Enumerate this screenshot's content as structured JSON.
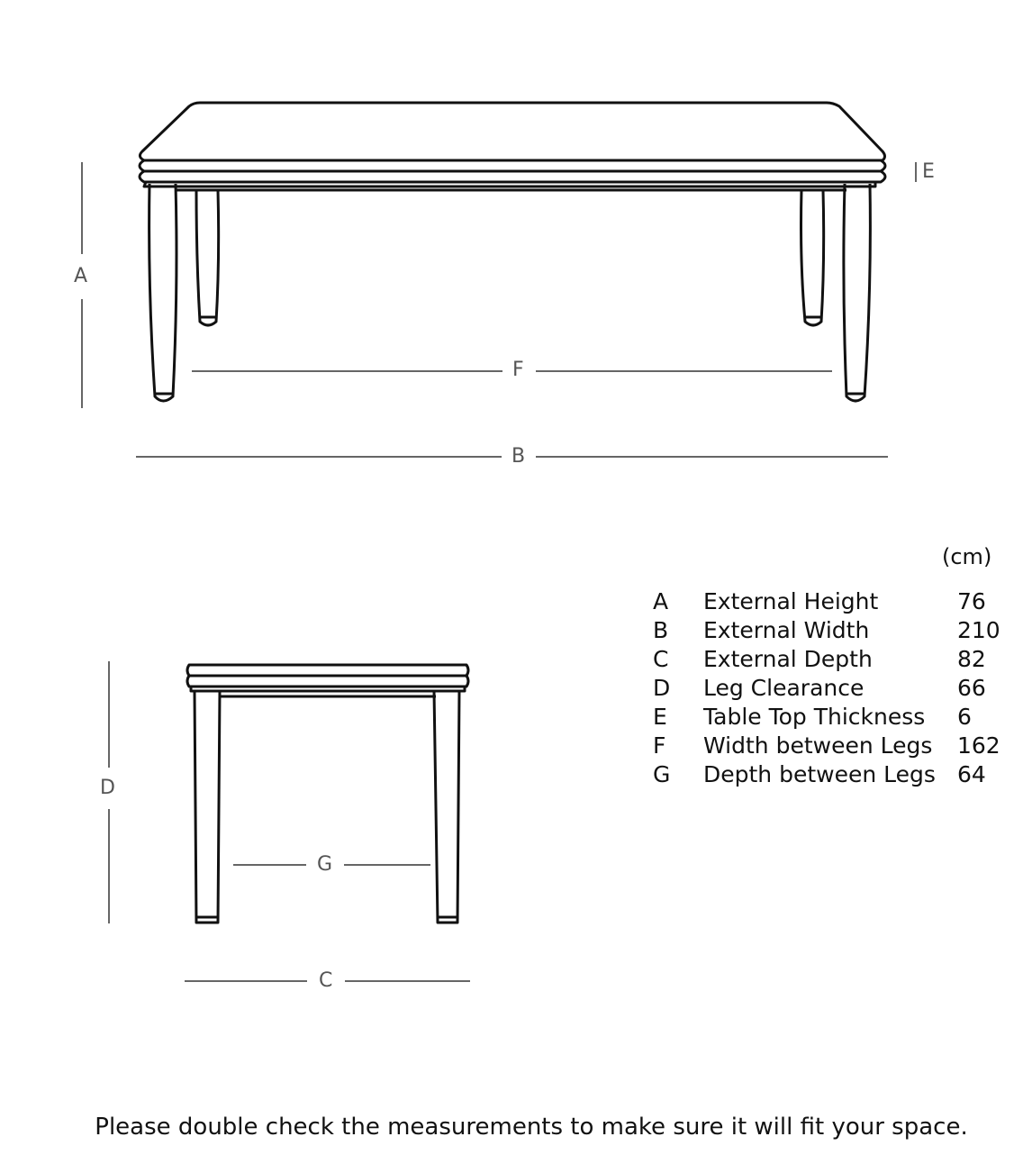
{
  "labels": {
    "a": "A",
    "b": "B",
    "c": "C",
    "d": "D",
    "e": "E",
    "f": "F",
    "g": "G"
  },
  "unit": "(cm)",
  "specs": [
    {
      "key": "A",
      "name": "External Height",
      "value": "76"
    },
    {
      "key": "B",
      "name": "External Width",
      "value": "210"
    },
    {
      "key": "C",
      "name": "External Depth",
      "value": "82"
    },
    {
      "key": "D",
      "name": "Leg Clearance",
      "value": "66"
    },
    {
      "key": "E",
      "name": "Table Top Thickness",
      "value": "6"
    },
    {
      "key": "F",
      "name": "Width between Legs",
      "value": "162"
    },
    {
      "key": "G",
      "name": "Depth between Legs",
      "value": "64"
    }
  ],
  "note": "Please double check the measurements to make sure it will fit your space."
}
